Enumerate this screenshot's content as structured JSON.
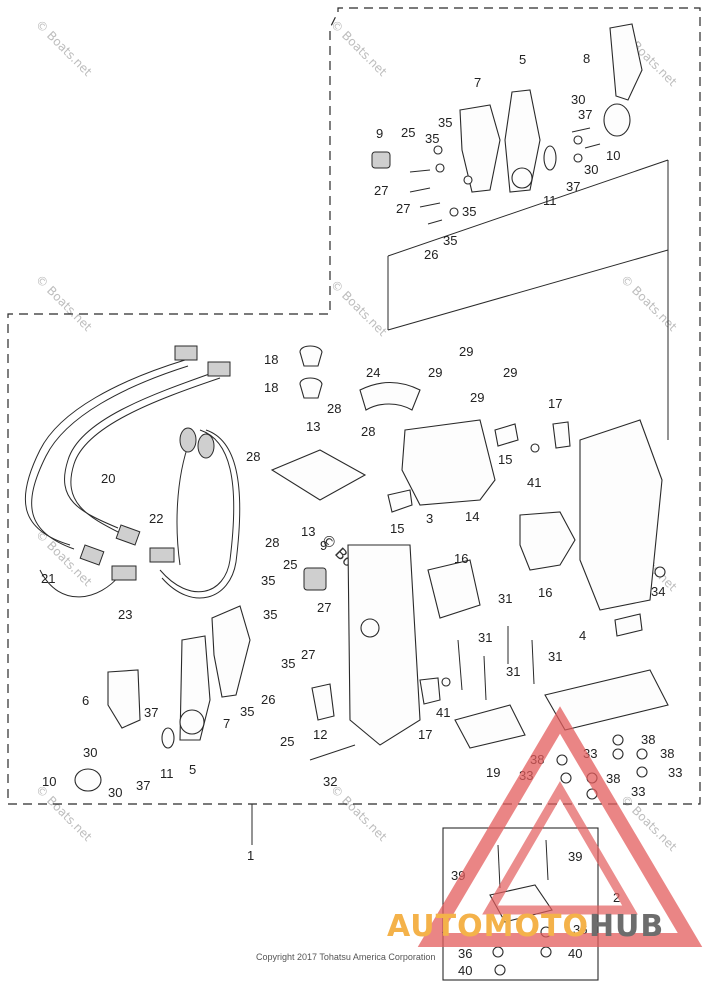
{
  "watermark": "© Boats.net",
  "copyright": "Copyright 2017 Tohatsu America Corporation",
  "logo": {
    "part1": "AUTOMOTO",
    "part2": "HUB"
  },
  "callouts": [
    {
      "id": "c1",
      "label": "1"
    },
    {
      "id": "c2",
      "label": "2"
    },
    {
      "id": "c3",
      "label": "3"
    },
    {
      "id": "c4",
      "label": "4"
    },
    {
      "id": "c5a",
      "label": "5"
    },
    {
      "id": "c5b",
      "label": "5"
    },
    {
      "id": "c6",
      "label": "6"
    },
    {
      "id": "c7a",
      "label": "7"
    },
    {
      "id": "c7b",
      "label": "7"
    },
    {
      "id": "c8",
      "label": "8"
    },
    {
      "id": "c9a",
      "label": "9"
    },
    {
      "id": "c9b",
      "label": "9"
    },
    {
      "id": "c10a",
      "label": "10"
    },
    {
      "id": "c10b",
      "label": "10"
    },
    {
      "id": "c11a",
      "label": "11"
    },
    {
      "id": "c11b",
      "label": "11"
    },
    {
      "id": "c12",
      "label": "12"
    },
    {
      "id": "c13a",
      "label": "13"
    },
    {
      "id": "c13b",
      "label": "13"
    },
    {
      "id": "c14",
      "label": "14"
    },
    {
      "id": "c15a",
      "label": "15"
    },
    {
      "id": "c15b",
      "label": "15"
    },
    {
      "id": "c16a",
      "label": "16"
    },
    {
      "id": "c16b",
      "label": "16"
    },
    {
      "id": "c17a",
      "label": "17"
    },
    {
      "id": "c17b",
      "label": "17"
    },
    {
      "id": "c18a",
      "label": "18"
    },
    {
      "id": "c18b",
      "label": "18"
    },
    {
      "id": "c19",
      "label": "19"
    },
    {
      "id": "c20",
      "label": "20"
    },
    {
      "id": "c21",
      "label": "21"
    },
    {
      "id": "c22",
      "label": "22"
    },
    {
      "id": "c23",
      "label": "23"
    },
    {
      "id": "c24",
      "label": "24"
    },
    {
      "id": "c25a",
      "label": "25"
    },
    {
      "id": "c25b",
      "label": "25"
    },
    {
      "id": "c25c",
      "label": "25"
    },
    {
      "id": "c26a",
      "label": "26"
    },
    {
      "id": "c26b",
      "label": "26"
    },
    {
      "id": "c27a",
      "label": "27"
    },
    {
      "id": "c27b",
      "label": "27"
    },
    {
      "id": "c27c",
      "label": "27"
    },
    {
      "id": "c27d",
      "label": "27"
    },
    {
      "id": "c28a",
      "label": "28"
    },
    {
      "id": "c28b",
      "label": "28"
    },
    {
      "id": "c28c",
      "label": "28"
    },
    {
      "id": "c28d",
      "label": "28"
    },
    {
      "id": "c29a",
      "label": "29"
    },
    {
      "id": "c29b",
      "label": "29"
    },
    {
      "id": "c29c",
      "label": "29"
    },
    {
      "id": "c29d",
      "label": "29"
    },
    {
      "id": "c30a",
      "label": "30"
    },
    {
      "id": "c30b",
      "label": "30"
    },
    {
      "id": "c30c",
      "label": "30"
    },
    {
      "id": "c30d",
      "label": "30"
    },
    {
      "id": "c31a",
      "label": "31"
    },
    {
      "id": "c31b",
      "label": "31"
    },
    {
      "id": "c31c",
      "label": "31"
    },
    {
      "id": "c31d",
      "label": "31"
    },
    {
      "id": "c32",
      "label": "32"
    },
    {
      "id": "c33a",
      "label": "33"
    },
    {
      "id": "c33b",
      "label": "33"
    },
    {
      "id": "c33c",
      "label": "33"
    },
    {
      "id": "c33d",
      "label": "33"
    },
    {
      "id": "c34",
      "label": "34"
    },
    {
      "id": "c35a",
      "label": "35"
    },
    {
      "id": "c35b",
      "label": "35"
    },
    {
      "id": "c35c",
      "label": "35"
    },
    {
      "id": "c35d",
      "label": "35"
    },
    {
      "id": "c35e",
      "label": "35"
    },
    {
      "id": "c35f",
      "label": "35"
    },
    {
      "id": "c35g",
      "label": "35"
    },
    {
      "id": "c35h",
      "label": "35"
    },
    {
      "id": "c36a",
      "label": "36"
    },
    {
      "id": "c36b",
      "label": "36"
    },
    {
      "id": "c37a",
      "label": "37"
    },
    {
      "id": "c37b",
      "label": "37"
    },
    {
      "id": "c37c",
      "label": "37"
    },
    {
      "id": "c37d",
      "label": "37"
    },
    {
      "id": "c38a",
      "label": "38"
    },
    {
      "id": "c38b",
      "label": "38"
    },
    {
      "id": "c38c",
      "label": "38"
    },
    {
      "id": "c38d",
      "label": "38"
    },
    {
      "id": "c39a",
      "label": "39"
    },
    {
      "id": "c39b",
      "label": "39"
    },
    {
      "id": "c40a",
      "label": "40"
    },
    {
      "id": "c40b",
      "label": "40"
    },
    {
      "id": "c41a",
      "label": "41"
    },
    {
      "id": "c41b",
      "label": "41"
    }
  ]
}
